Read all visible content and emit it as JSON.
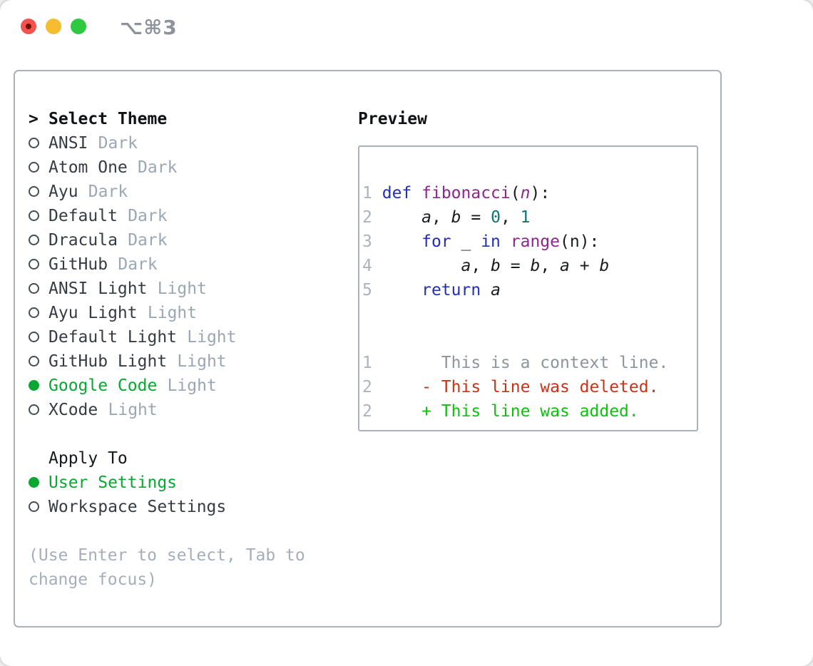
{
  "window": {
    "title": "⌥⌘3"
  },
  "colors": {
    "accent_green": "#0ba633",
    "kw_blue": "#2430b4",
    "type_purple": "#8d268d",
    "literal_teal": "#0d7474",
    "code_black": "#1a1d1f",
    "lineno_gray": "#a9b4c2",
    "context_gray": "#8d959c",
    "deleted_red": "#c93418",
    "added_green": "#0cc30c",
    "name_dark": "#363c43",
    "tag_gray": "#9aa7b4",
    "help_gray": "#a5aeb9",
    "border_gray": "#a9b1ba",
    "title_gray": "#8e9299",
    "traffic_red": "#f4524d",
    "traffic_yellow": "#f7bd30",
    "traffic_green": "#2ec940",
    "header_black": "#101316"
  },
  "theme_panel": {
    "header_marker": ">",
    "header_label": "Select Theme",
    "themes": [
      {
        "name": "ANSI",
        "tag": "Dark",
        "selected": false
      },
      {
        "name": "Atom One",
        "tag": "Dark",
        "selected": false
      },
      {
        "name": "Ayu",
        "tag": "Dark",
        "selected": false
      },
      {
        "name": "Default",
        "tag": "Dark",
        "selected": false
      },
      {
        "name": "Dracula",
        "tag": "Dark",
        "selected": false
      },
      {
        "name": "GitHub",
        "tag": "Dark",
        "selected": false
      },
      {
        "name": "ANSI Light",
        "tag": "Light",
        "selected": false
      },
      {
        "name": "Ayu Light",
        "tag": "Light",
        "selected": false
      },
      {
        "name": "Default Light",
        "tag": "Light",
        "selected": false
      },
      {
        "name": "GitHub Light",
        "tag": "Light",
        "selected": false
      },
      {
        "name": "Google Code",
        "tag": "Light",
        "selected": true
      },
      {
        "name": "XCode",
        "tag": "Light",
        "selected": false
      }
    ],
    "apply_to": {
      "label": "Apply To",
      "options": [
        {
          "name": "User Settings",
          "selected": true
        },
        {
          "name": "Workspace Settings",
          "selected": false
        }
      ]
    },
    "help_lines": [
      "(Use Enter to select, Tab to",
      "change focus)"
    ]
  },
  "preview": {
    "label": "Preview",
    "code_lines": [
      {
        "num": "1",
        "tokens": [
          {
            "t": " ",
            "c": "pln"
          },
          {
            "t": "def",
            "c": "kw"
          },
          {
            "t": " ",
            "c": "pln"
          },
          {
            "t": "fibonacci",
            "c": "typ"
          },
          {
            "t": "(",
            "c": "pln"
          },
          {
            "t": "n",
            "c": "typ ita"
          },
          {
            "t": "):",
            "c": "pln"
          }
        ]
      },
      {
        "num": "2",
        "tokens": [
          {
            "t": "     ",
            "c": "pln"
          },
          {
            "t": "a",
            "c": "pln ita"
          },
          {
            "t": ", ",
            "c": "pln"
          },
          {
            "t": "b",
            "c": "pln ita"
          },
          {
            "t": " = ",
            "c": "pln"
          },
          {
            "t": "0",
            "c": "lit"
          },
          {
            "t": ", ",
            "c": "pln"
          },
          {
            "t": "1",
            "c": "lit"
          }
        ]
      },
      {
        "num": "3",
        "tokens": [
          {
            "t": "     ",
            "c": "pln"
          },
          {
            "t": "for",
            "c": "kw"
          },
          {
            "t": " _ ",
            "c": "pln"
          },
          {
            "t": "in",
            "c": "kw"
          },
          {
            "t": " ",
            "c": "pln"
          },
          {
            "t": "range",
            "c": "typ"
          },
          {
            "t": "(n):",
            "c": "pln"
          }
        ]
      },
      {
        "num": "4",
        "tokens": [
          {
            "t": "         ",
            "c": "pln"
          },
          {
            "t": "a",
            "c": "pln ita"
          },
          {
            "t": ", ",
            "c": "pln"
          },
          {
            "t": "b",
            "c": "pln ita"
          },
          {
            "t": " = ",
            "c": "pln"
          },
          {
            "t": "b",
            "c": "pln ita"
          },
          {
            "t": ", ",
            "c": "pln"
          },
          {
            "t": "a",
            "c": "pln ita"
          },
          {
            "t": " + ",
            "c": "pln"
          },
          {
            "t": "b",
            "c": "pln ita"
          }
        ]
      },
      {
        "num": "5",
        "tokens": [
          {
            "t": "     ",
            "c": "pln"
          },
          {
            "t": "return",
            "c": "kw"
          },
          {
            "t": " ",
            "c": "pln"
          },
          {
            "t": "a",
            "c": "pln ita"
          }
        ]
      }
    ],
    "diff_lines": [
      {
        "num": "1",
        "kind": "context",
        "tokens": [
          {
            "t": "       This is a context line.",
            "c": "ctx"
          }
        ]
      },
      {
        "num": "2",
        "kind": "deleted",
        "tokens": [
          {
            "t": "     - This line was deleted.",
            "c": "del"
          }
        ]
      },
      {
        "num": "2",
        "kind": "added",
        "tokens": [
          {
            "t": "     + This line was added.",
            "c": "add"
          }
        ]
      }
    ]
  }
}
